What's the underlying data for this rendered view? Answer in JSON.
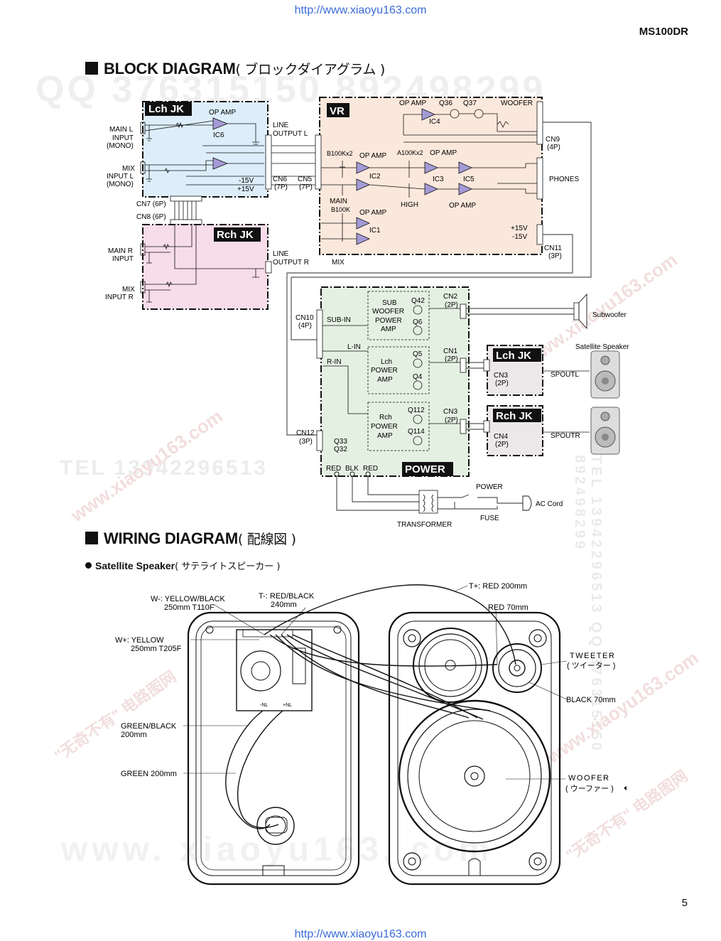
{
  "header": {
    "url_top": "http://www.xiaoyu163.com",
    "url_bottom": "http://www.xiaoyu163.com",
    "model": "MS100DR",
    "page_number": "5"
  },
  "sections": {
    "block": {
      "title": "BLOCK DIAGRAM",
      "title_jp": "( ブロックダイアグラム )"
    },
    "wiring": {
      "title": "WIRING DIAGRAM",
      "title_jp": "( 配線図 )",
      "sub_title": "Satellite Speaker",
      "sub_title_jp": "( サテライトスピーカー )"
    }
  },
  "watermarks": {
    "qq": "QQ 376315150   892498299",
    "tel": "TEL 13942296513",
    "www": "www. xiaoyu163. com",
    "side": "TEL 13942296513  QQ 376315150  892498299",
    "site": "www.xiaoyu163.com",
    "cn": "\"无奇不有\" 电路图网"
  },
  "block": {
    "lch": {
      "label": "Lch JK",
      "op_amp": "OP AMP",
      "ic": "IC6",
      "main_in": [
        "MAIN L",
        "INPUT",
        "(MONO)"
      ],
      "mix_in": [
        "MIX",
        "INPUT L",
        "(MONO)"
      ],
      "line_out": [
        "LINE",
        "OUTPUT L"
      ],
      "cn6": [
        "CN6",
        "(7P)"
      ],
      "m15": "-15V",
      "p15": "+15V"
    },
    "cn7": "CN7 (6P)",
    "cn8": "CN8 (6P)",
    "rch": {
      "label": "Rch JK",
      "main_in": [
        "MAIN R",
        "INPUT"
      ],
      "mix_in": [
        "MIX",
        "INPUT R"
      ],
      "line_out": [
        "LINE",
        "OUTPUT R"
      ]
    },
    "vr": {
      "label": "VR",
      "cn5": [
        "CN5",
        "(7P)"
      ],
      "b100kx2": "B100Kx2",
      "a100kx2": "A100Kx2",
      "op_amp": "OP AMP",
      "ic4": "IC4",
      "ic2": "IC2",
      "ic3": "IC3",
      "ic5": "IC5",
      "ic1": "IC1",
      "q36": "Q36",
      "q37": "Q37",
      "woofer": "WOOFER",
      "cn9": [
        "CN9",
        "(4P)"
      ],
      "phones": "PHONES",
      "main": "MAIN",
      "b100k": "B100K",
      "high": "HIGH",
      "mix": "MIX",
      "p15": "+15V",
      "m15": "-15V",
      "cn11": [
        "CN11",
        "(3P)"
      ]
    },
    "power": {
      "label": "POWER",
      "cn10": [
        "CN10",
        "(4P)"
      ],
      "sub_in": "SUB-IN",
      "l_in": "L-IN",
      "r_in": "R-IN",
      "sub_amp": [
        "SUB",
        "WOOFER",
        "POWER",
        "AMP"
      ],
      "q42": "Q42",
      "q6": "Q6",
      "lch_amp": [
        "Lch",
        "POWER",
        "AMP"
      ],
      "q5": "Q5",
      "q4": "Q4",
      "rch_amp": [
        "Rch",
        "POWER",
        "AMP"
      ],
      "q112": "Q112",
      "q114": "Q114",
      "cn2": [
        "CN2",
        "(2P)"
      ],
      "cn1": [
        "CN1",
        "(2P)"
      ],
      "cn3": [
        "CN3",
        "(2P)"
      ],
      "cn12": [
        "CN12",
        "(3P)"
      ],
      "q33": "Q33",
      "q32": "Q32",
      "wires": [
        "RED",
        "BLK",
        "RED"
      ]
    },
    "outputs": {
      "subwoofer": "Subwoofer",
      "satellite": "Satellite Speaker",
      "lch_jk": "Lch JK",
      "rch_jk": "Rch JK",
      "cn3": [
        "CN3",
        "(2P)"
      ],
      "cn4": [
        "CN4",
        "(2P)"
      ],
      "spoutl": "SPOUTL",
      "spoutr": "SPOUTR"
    },
    "mains": {
      "power": "POWER",
      "ac_cord": "AC Cord",
      "fuse": "FUSE",
      "transformer": "TRANSFORMER"
    }
  },
  "wiring": {
    "w_minus": [
      "W-: YELLOW/BLACK",
      "250mm T110F"
    ],
    "t_minus": [
      "T-: RED/BLACK",
      "240mm"
    ],
    "t_plus": "T+: RED 200mm",
    "red70": "RED 70mm",
    "w_plus": [
      "W+: YELLOW",
      "250mm T205F"
    ],
    "tweeter": [
      "TWEETER",
      "( ツイーター )"
    ],
    "black70": "BLACK 70mm",
    "green_black": [
      "GREEN/BLACK",
      "200mm"
    ],
    "green": "GREEN 200mm",
    "woofer": [
      "WOOFER",
      "( ウーファー )"
    ],
    "pcb_nl": "-NL",
    "pcb_nl2": "+NL"
  }
}
